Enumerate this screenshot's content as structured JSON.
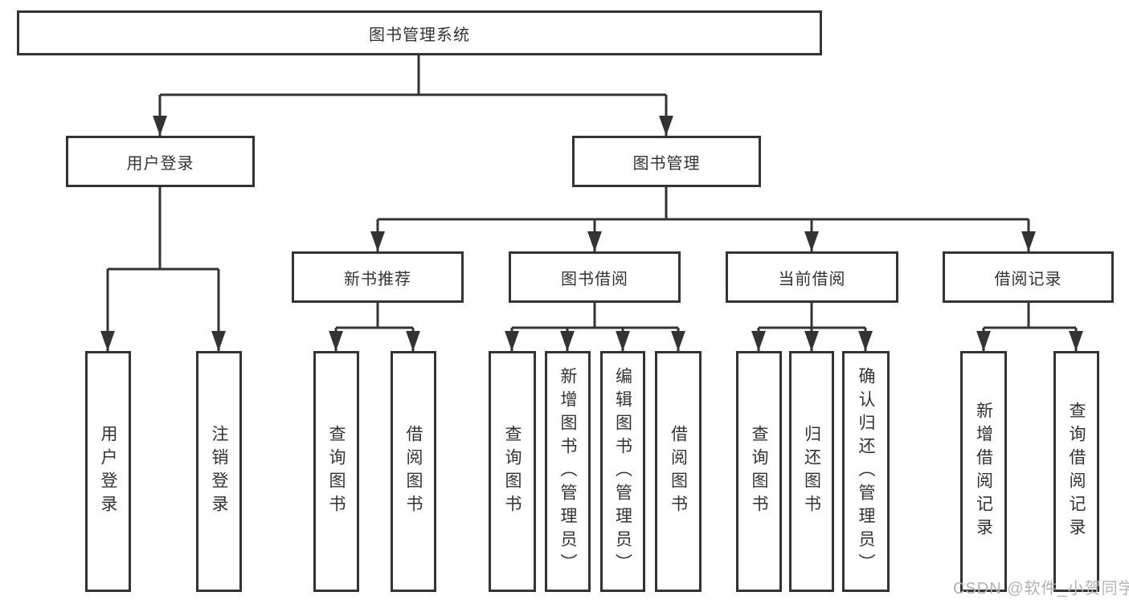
{
  "diagram": {
    "title": "图书管理系统",
    "level2": {
      "user_login": "用户登录",
      "book_management": "图书管理"
    },
    "level3": {
      "new_book_recommend": "新书推荐",
      "book_borrow": "图书借阅",
      "current_borrow": "当前借阅",
      "borrow_records": "借阅记录"
    },
    "leaves": {
      "user_login": [
        "用户登录",
        "注销登录"
      ],
      "new_book_recommend": [
        "查询图书",
        "借阅图书"
      ],
      "book_borrow": [
        "查询图书",
        "新增图书（管理员）",
        "编辑图书（管理员）",
        "借阅图书"
      ],
      "current_borrow": [
        "查询图书",
        "归还图书",
        "确认归还（管理员）"
      ],
      "borrow_records": [
        "新增借阅记录",
        "查询借阅记录"
      ]
    },
    "colors": {
      "line": "#333333",
      "text": "#333333",
      "box_background": "#ffffff",
      "watermark": "#b3b3b3"
    },
    "watermark": "CSDN @软件_小贺同学"
  }
}
